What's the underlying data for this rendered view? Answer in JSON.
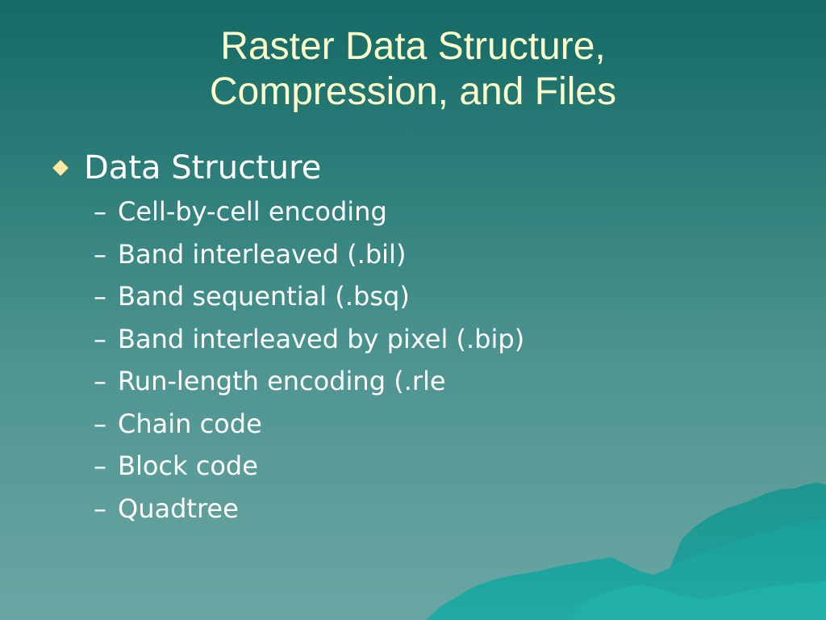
{
  "slide": {
    "title_lines": [
      "Raster Data Structure,",
      "Compression, and Files"
    ],
    "bullets": [
      {
        "label": "Data Structure",
        "icon": "diamond-bullet-icon",
        "sub_marker": "–",
        "items": [
          "Cell-by-cell encoding",
          "Band interleaved (.bil)",
          "Band sequential (.bsq)",
          "Band interleaved by pixel (.bip)",
          "Run-length encoding (.rle",
          "Chain code",
          "Block code",
          "Quadtree"
        ]
      }
    ]
  },
  "colors": {
    "title": "#ffffcc",
    "text": "#ffffff",
    "bullet": "#ffe9a0",
    "background_top": "#146a66",
    "background_bottom": "#6aa6a3",
    "mountain": "#1d9e99"
  }
}
